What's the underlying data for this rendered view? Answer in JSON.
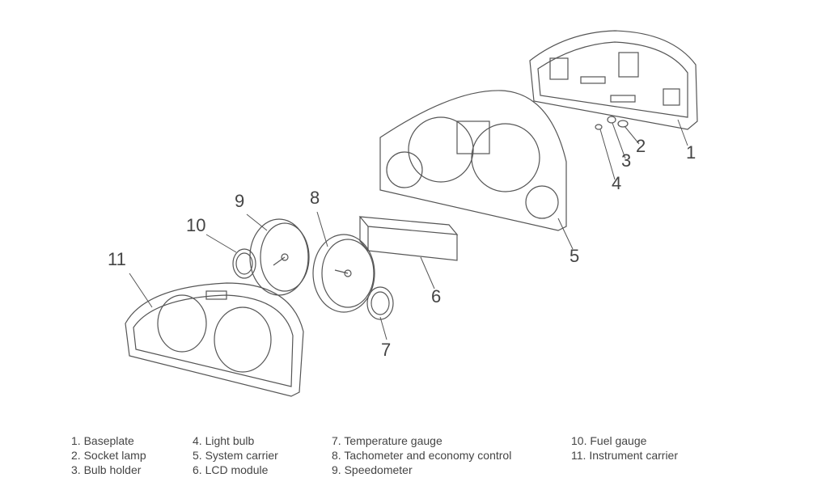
{
  "callouts": [
    "1",
    "2",
    "3",
    "4",
    "5",
    "6",
    "7",
    "8",
    "9",
    "10",
    "11"
  ],
  "legend": {
    "col1": [
      "1. Baseplate",
      "2. Socket lamp",
      "3. Bulb holder"
    ],
    "col2": [
      "4. Light bulb",
      "5. System carrier",
      "6. LCD module"
    ],
    "col3": [
      "7. Temperature gauge",
      "8. Tachometer and economy control",
      "9. Speedometer"
    ],
    "col4": [
      "10. Fuel gauge",
      "11. Instrument carrier"
    ]
  }
}
